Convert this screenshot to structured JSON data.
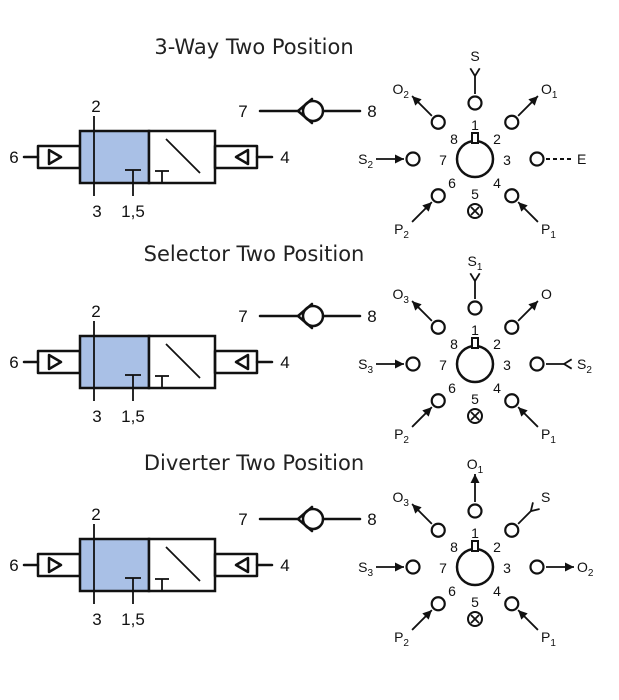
{
  "colors": {
    "valve_fill": "#a9c0e6",
    "line": "#111111"
  },
  "sections": [
    {
      "title": "3-Way Two Position",
      "valve": {
        "top_port": "2",
        "bottom_left": "3",
        "bottom_right": "1,5",
        "left_port": "6",
        "right_port": "4"
      },
      "check": {
        "left": "7",
        "right": "8"
      },
      "ports": {
        "numbers": [
          "1",
          "2",
          "3",
          "4",
          "5",
          "6",
          "7",
          "8"
        ],
        "p1": {
          "dir": "in",
          "label": "S",
          "sub": "",
          "style": "y"
        },
        "p2": {
          "dir": "out",
          "label": "O",
          "sub": "1",
          "style": "arrow"
        },
        "p3": {
          "dir": "out",
          "label": "E",
          "sub": "",
          "style": "dashed"
        },
        "p4": {
          "dir": "in",
          "label": "P",
          "sub": "1",
          "style": "arrow"
        },
        "p6": {
          "dir": "in",
          "label": "P",
          "sub": "2",
          "style": "arrow"
        },
        "p7": {
          "dir": "in",
          "label": "S",
          "sub": "2",
          "style": "arrow"
        },
        "p8": {
          "dir": "out",
          "label": "O",
          "sub": "2",
          "style": "arrow"
        }
      }
    },
    {
      "title": "Selector Two Position",
      "valve": {
        "top_port": "2",
        "bottom_left": "3",
        "bottom_right": "1,5",
        "left_port": "6",
        "right_port": "4"
      },
      "check": {
        "left": "7",
        "right": "8"
      },
      "ports": {
        "numbers": [
          "1",
          "2",
          "3",
          "4",
          "5",
          "6",
          "7",
          "8"
        ],
        "p1": {
          "dir": "in",
          "label": "S",
          "sub": "1",
          "style": "y"
        },
        "p2": {
          "dir": "out",
          "label": "O",
          "sub": "",
          "style": "arrow"
        },
        "p3": {
          "dir": "in",
          "label": "S",
          "sub": "2",
          "style": "y"
        },
        "p4": {
          "dir": "in",
          "label": "P",
          "sub": "1",
          "style": "arrow"
        },
        "p6": {
          "dir": "in",
          "label": "P",
          "sub": "2",
          "style": "arrow"
        },
        "p7": {
          "dir": "in",
          "label": "S",
          "sub": "3",
          "style": "arrow"
        },
        "p8": {
          "dir": "out",
          "label": "O",
          "sub": "3",
          "style": "arrow"
        }
      }
    },
    {
      "title": "Diverter Two Position",
      "valve": {
        "top_port": "2",
        "bottom_left": "3",
        "bottom_right": "1,5",
        "left_port": "6",
        "right_port": "4"
      },
      "check": {
        "left": "7",
        "right": "8"
      },
      "ports": {
        "numbers": [
          "1",
          "2",
          "3",
          "4",
          "5",
          "6",
          "7",
          "8"
        ],
        "p1": {
          "dir": "out",
          "label": "O",
          "sub": "1",
          "style": "arrow"
        },
        "p2": {
          "dir": "in",
          "label": "S",
          "sub": "",
          "style": "y"
        },
        "p3": {
          "dir": "out",
          "label": "O",
          "sub": "2",
          "style": "arrow"
        },
        "p4": {
          "dir": "in",
          "label": "P",
          "sub": "1",
          "style": "arrow"
        },
        "p6": {
          "dir": "in",
          "label": "P",
          "sub": "2",
          "style": "arrow"
        },
        "p7": {
          "dir": "in",
          "label": "S",
          "sub": "3",
          "style": "arrow"
        },
        "p8": {
          "dir": "out",
          "label": "O",
          "sub": "3",
          "style": "arrow"
        }
      }
    }
  ]
}
